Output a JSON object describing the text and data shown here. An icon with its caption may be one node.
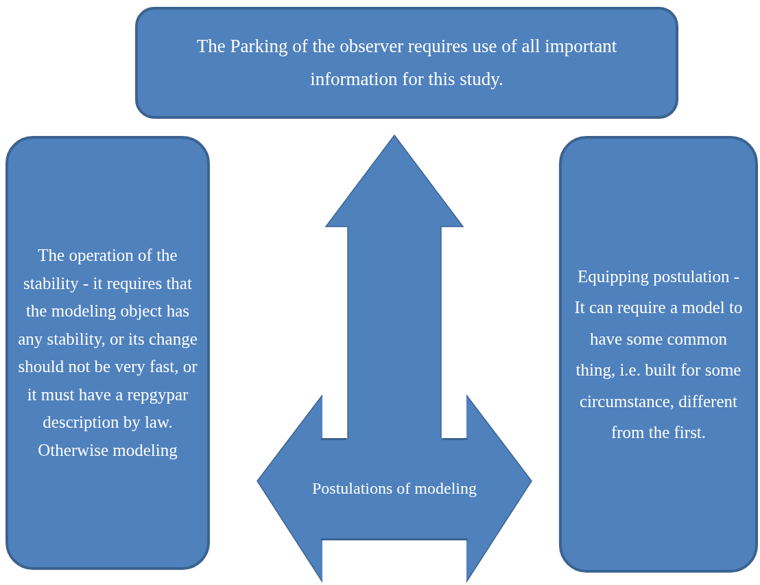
{
  "diagram": {
    "nodes": [
      {
        "text": [
          "The Parking of the observer requires use of all important information for this study."
        ]
      },
      {
        "text": [
          "The operation of the stability - it requires that the modeling object has any stability, or its change should not be very fast, or it must have a repgypar description by law. Otherwise modeling"
        ]
      },
      {
        "text": [
          "Equipping postulation - It can require a model to have some common thing, i.e. built for some circumstance, different from the first."
        ]
      },
      {
        "text": [
          "Postulations of modeling"
        ]
      }
    ],
    "edges": [
      {
        "from": 3,
        "to": 0,
        "arrow": "to"
      },
      {
        "from": 3,
        "to": 1,
        "arrow": "to"
      },
      {
        "from": 3,
        "to": 2,
        "arrow": "to"
      }
    ]
  }
}
